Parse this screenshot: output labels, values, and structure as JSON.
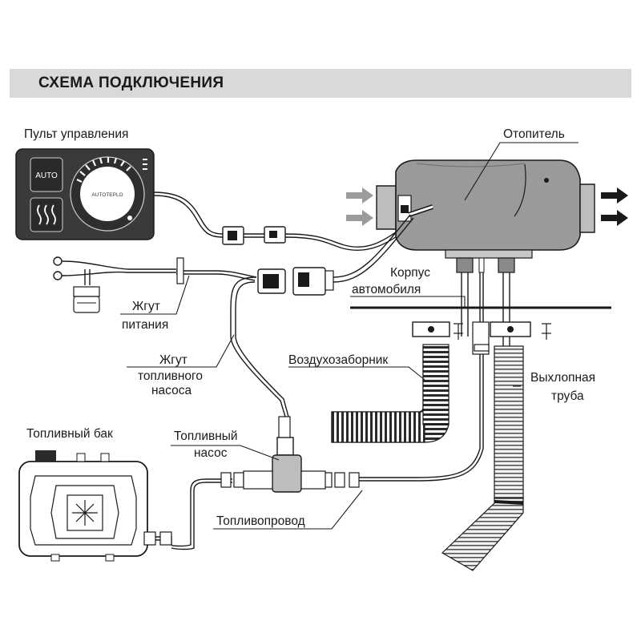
{
  "title": "СХЕМА ПОДКЛЮЧЕНИЯ",
  "labels": {
    "control_panel": "Пульт управления",
    "heater": "Отопитель",
    "car_body_line1": "Корпус",
    "car_body_line2": "автомобиля",
    "power_harness_line1": "Жгут",
    "power_harness_line2": "питания",
    "pump_harness_line1": "Жгут",
    "pump_harness_line2": "топливного",
    "pump_harness_line3": "насоса",
    "air_intake": "Воздухозаборник",
    "exhaust_line1": "Выхлопная",
    "exhaust_line2": "труба",
    "fuel_tank": "Топливный бак",
    "fuel_pump_line1": "Топливный",
    "fuel_pump_line2": "насос",
    "fuel_line": "Топливопровод"
  },
  "control_panel": {
    "auto_button": "AUTO",
    "brand": "AUTOTEPLO"
  },
  "colors": {
    "panel_body": "#3a3a3a",
    "heater_body": "#9a9a9a",
    "line": "#1a1a1a",
    "title_bar": "#d9d9d9",
    "arrow_in": "#9b9b9b",
    "arrow_out": "#1a1a1a"
  }
}
